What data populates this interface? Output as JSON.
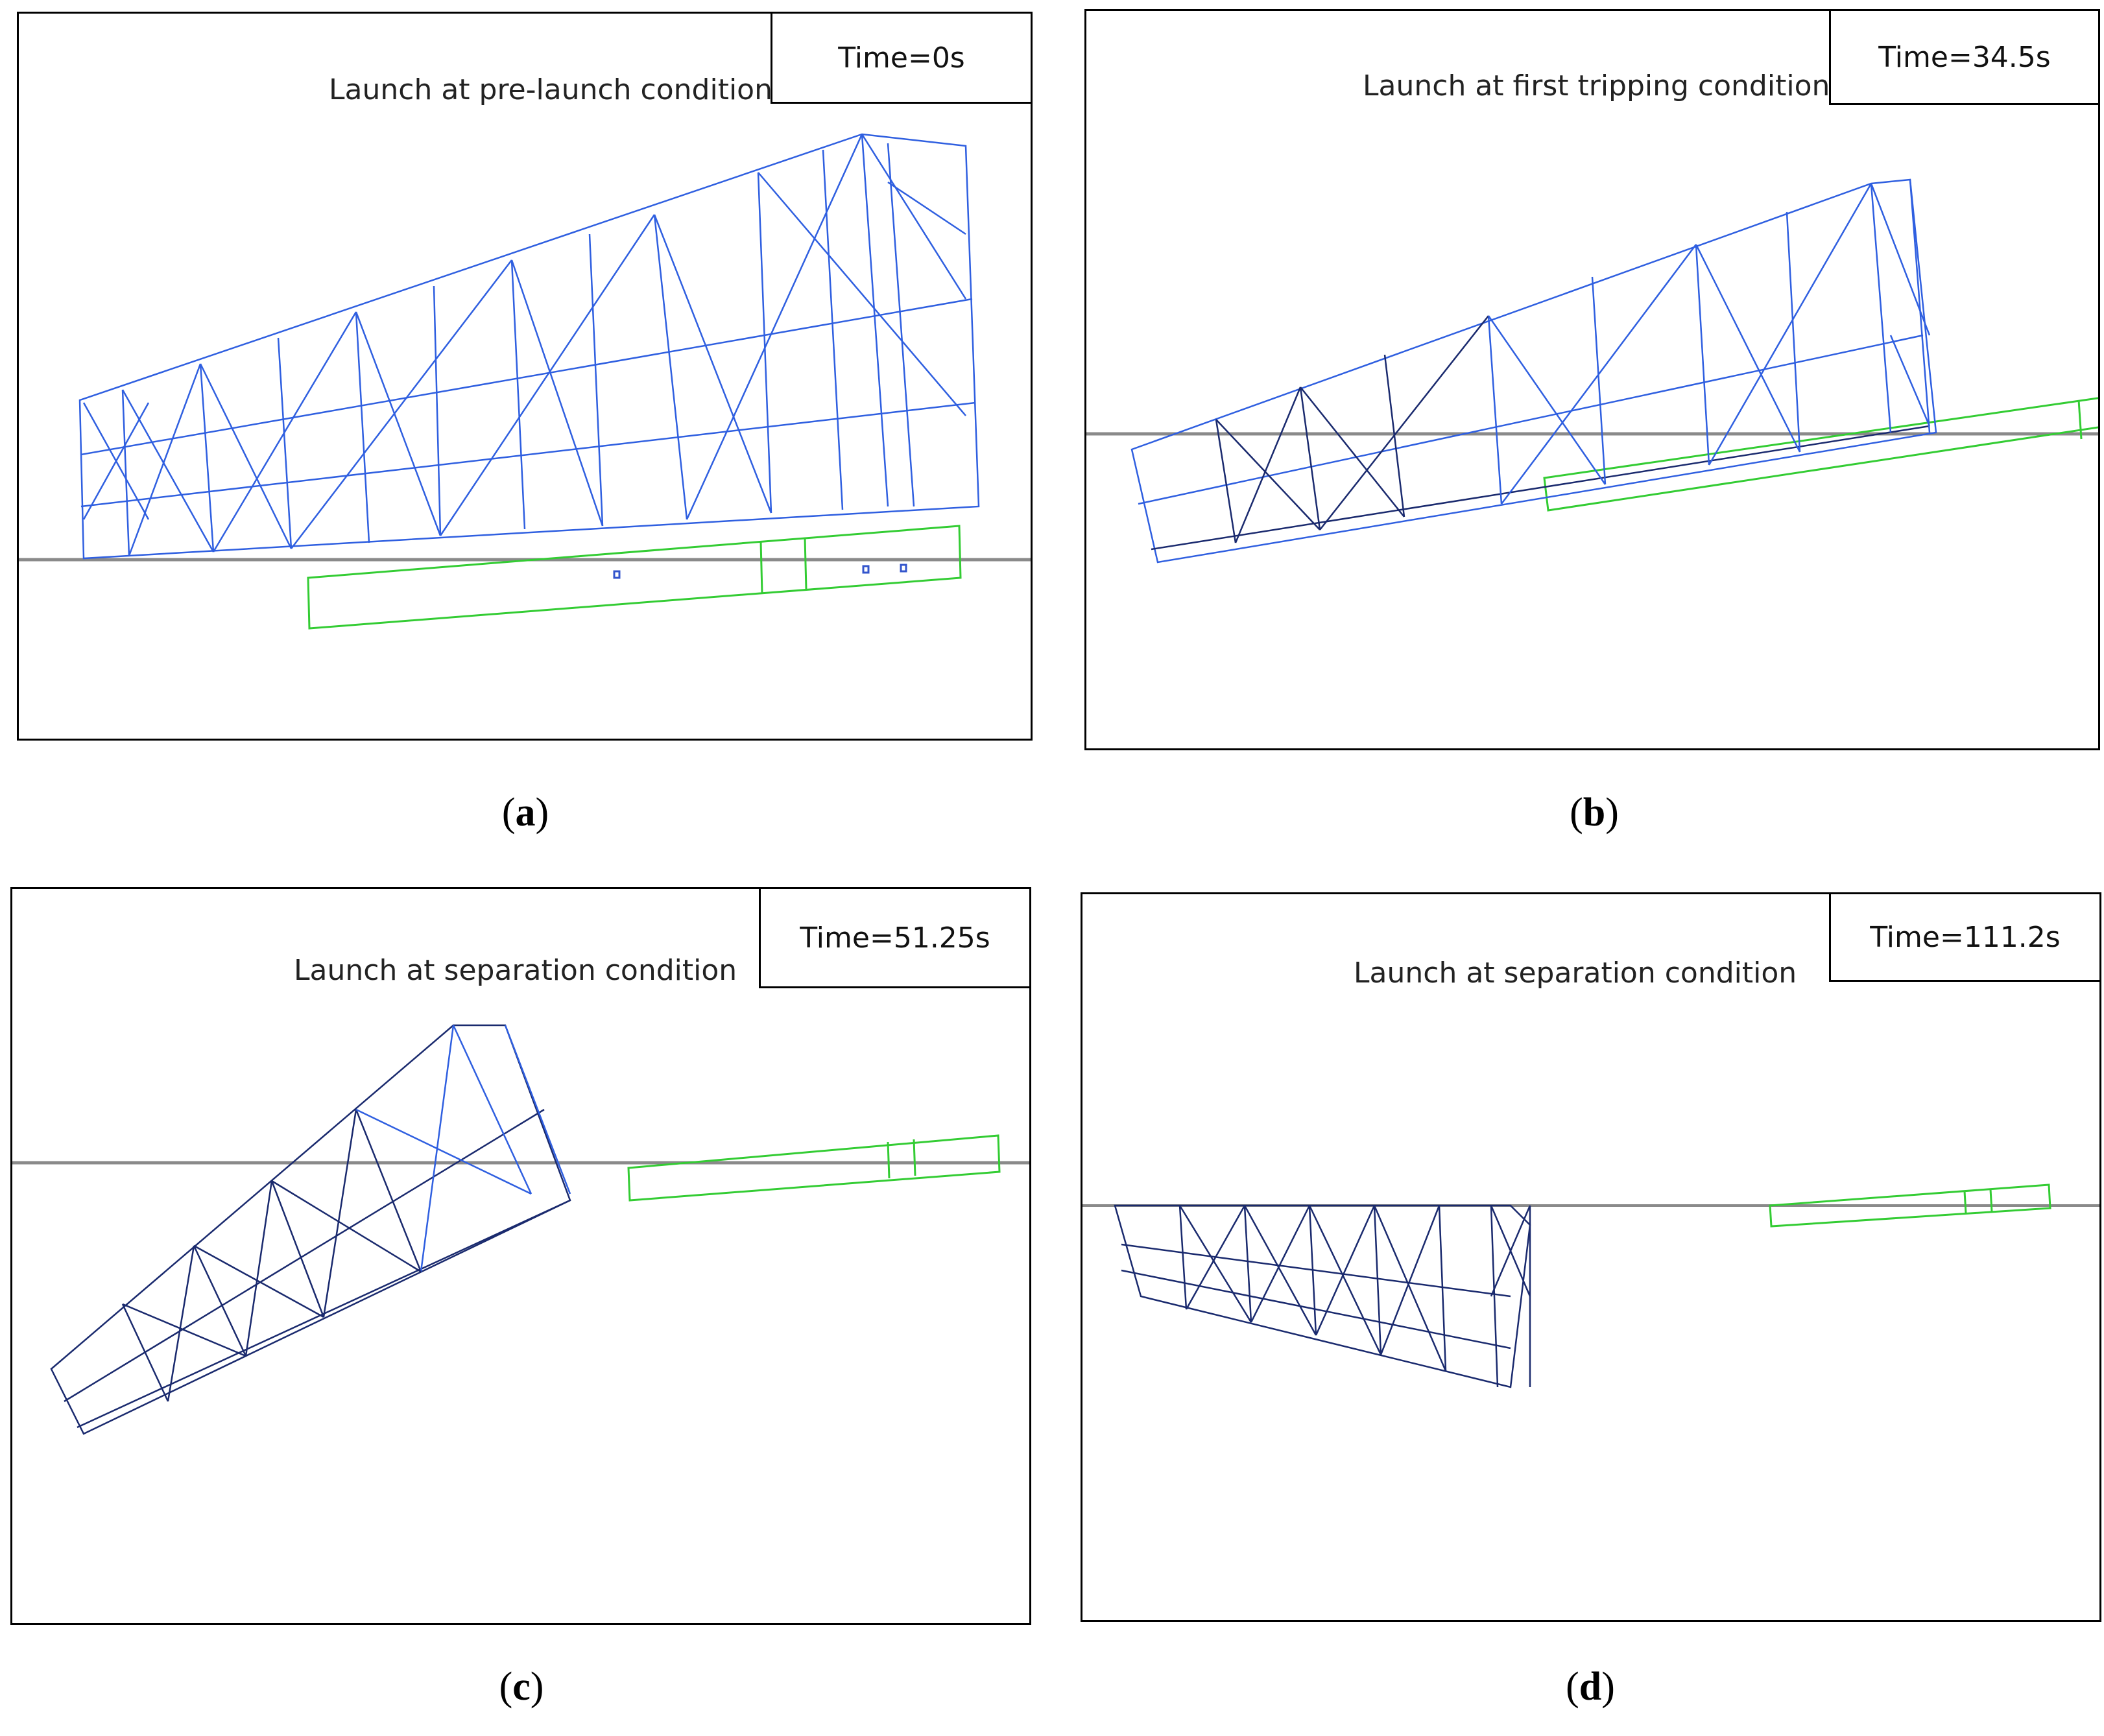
{
  "panels": [
    {
      "id": "a",
      "time": "Time=0s",
      "condition": "Launch at pre-launch condition",
      "caption": "a"
    },
    {
      "id": "b",
      "time": "Time=34.5s",
      "condition": "Launch at first tripping condition",
      "caption": "b"
    },
    {
      "id": "c",
      "time": "Time=51.25s",
      "condition": "Launch at separation condition",
      "caption": "c"
    },
    {
      "id": "d",
      "time": "Time=111.2s",
      "condition": "Launch at separation condition",
      "caption": "d"
    }
  ],
  "colors": {
    "jacket": "#2f5fe0",
    "jacket_dark": "#1a2a6e",
    "barge": "#33cc33",
    "waterline": "#8a8a8a",
    "frame": "#000000"
  }
}
